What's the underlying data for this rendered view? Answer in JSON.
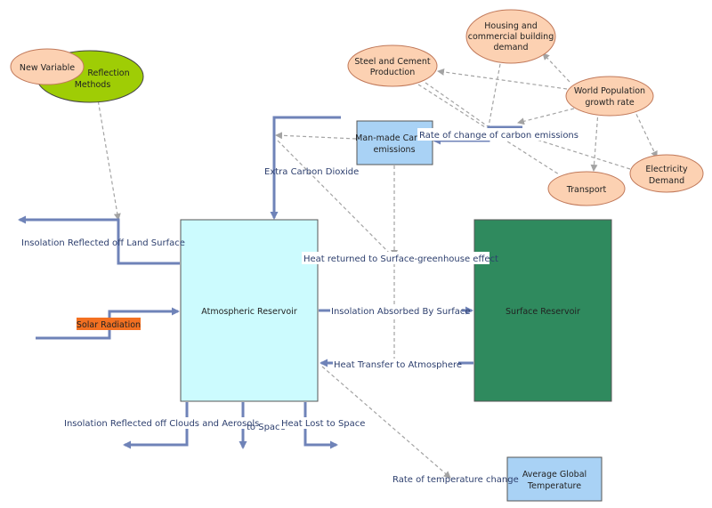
{
  "stocks": {
    "atmospheric": "Atmospheric Reservoir",
    "surface": "Surface Reservoir"
  },
  "variables": {
    "man_made": [
      "Man-made Carbon",
      "emissions"
    ],
    "avg_temp": [
      "Average Global",
      "Temperature"
    ],
    "reflection": [
      "Reflection",
      "Methods"
    ],
    "new_variable": "New Variable",
    "steel": [
      "Steel and Cement",
      "Production"
    ],
    "housing": [
      "Housing and",
      "commercial building",
      "demand"
    ],
    "population": [
      "World Population",
      "growth rate"
    ],
    "electricity": [
      "Electricity",
      "Demand"
    ],
    "transport": "Transport",
    "solar": "Solar Radiation"
  },
  "flows": {
    "insolation_land": "Insolation Reflected off Land Surface",
    "extra_co2": "Extra Carbon Dioxide",
    "rate_carbon": "Rate of change of carbon emissions",
    "heat_returned": "Heat returned to Surface-greenhouse effect",
    "insolation_absorbed": "Insolation Absorbed By Surface",
    "heat_transfer": "Heat Transfer to Atmosphere",
    "insolation_clouds": "Insolation Reflected off Clouds and Aerosols",
    "to_space": "to Space",
    "heat_lost": "Heat Lost to Space",
    "rate_temp": "Rate of temperature change"
  },
  "colors": {
    "flow": "#6f83b8",
    "link": "#a3a3a3",
    "atmo": "#ccfbfe",
    "surface": "#2f8a5e",
    "var_box": "#a9d2f5",
    "peach": "#fcd1b2",
    "peach_stroke": "#c1795a",
    "green": "#9fcd05",
    "solar": "#f37021"
  }
}
